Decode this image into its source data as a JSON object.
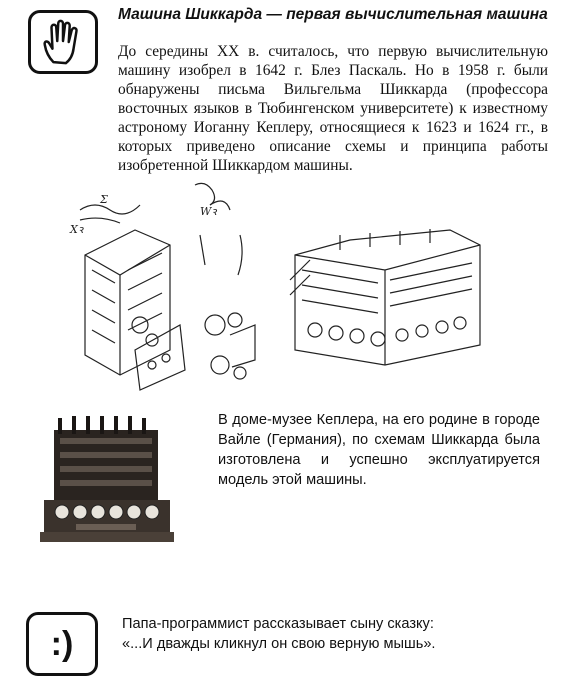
{
  "heading": "Машина Шиккарда — первая вычислительная машина",
  "paragraph": "До середины XX в. считалось, что первую вычислительную машину изобрел в 1642 г. Блез Паскаль. Но в 1958 г. были обнаружены письма Вильгельма Шиккарда (профессора восточных языков в Тюбингенском университете) к известному астроному Иоганну Кеплеру, относящиеся к 1623 и 1624 гг., в которых приведено описание схемы и принципа работы изобретенной Шиккардом машины.",
  "caption": "В доме-музее Кеплера, на его родине в городе Вайле (Германия), по схемам Шиккарда была изготовлена и успешно эксплуатируется модель этой машины.",
  "smiley": ":)",
  "joke": {
    "line1": "Папа-программист рассказывает сыну сказку:",
    "line2": "«...И дважды кликнул он свою верную мышь»."
  },
  "icons": {
    "top": "hand-icon",
    "bottom": "smiley-icon"
  },
  "sketch_handwriting": [
    "Σ",
    "Xꝛ",
    "Wꝛ"
  ]
}
